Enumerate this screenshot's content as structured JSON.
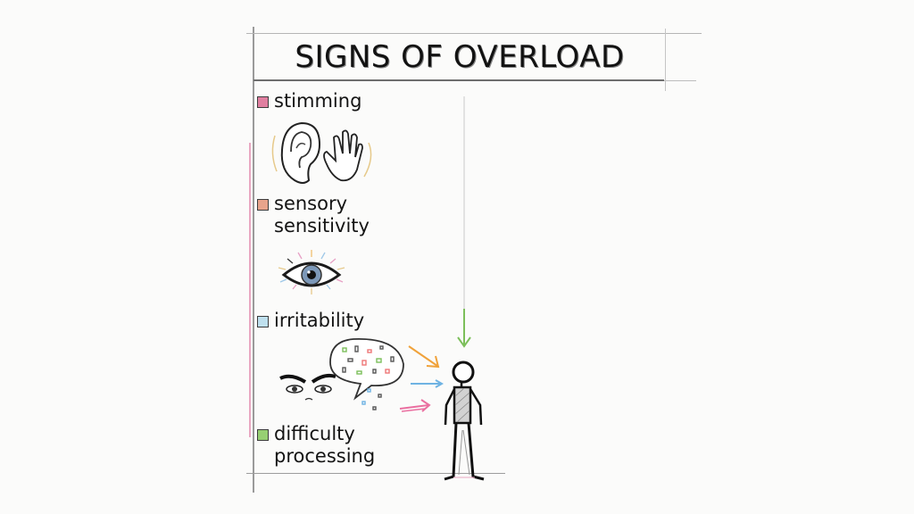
{
  "diagram": {
    "title": "SIGNS OF OVERLOAD",
    "items": [
      {
        "label_lines": [
          "stimming"
        ],
        "color": "#e07fa0",
        "illustration": "ear-hand-icon"
      },
      {
        "label_lines": [
          "sensory",
          "sensitivity"
        ],
        "color": "#e8a48c",
        "illustration": "eye-icon"
      },
      {
        "label_lines": [
          "irritability"
        ],
        "color": "#bfe0ee",
        "illustration": "angry-eyes-speech-bubble-icon"
      },
      {
        "label_lines": [
          "difficulty",
          "processing"
        ],
        "color": "#97cf73",
        "illustration": "none"
      }
    ],
    "figure": "stick-person-icon",
    "arrows": [
      {
        "direction": "down",
        "color": "#7cbf5a"
      },
      {
        "direction": "down-right",
        "color": "#f0a23a"
      },
      {
        "direction": "right",
        "color": "#6fb3e3"
      },
      {
        "direction": "right",
        "color": "#ea6fa0"
      }
    ],
    "accent_line_color": "#e9a7c2"
  }
}
